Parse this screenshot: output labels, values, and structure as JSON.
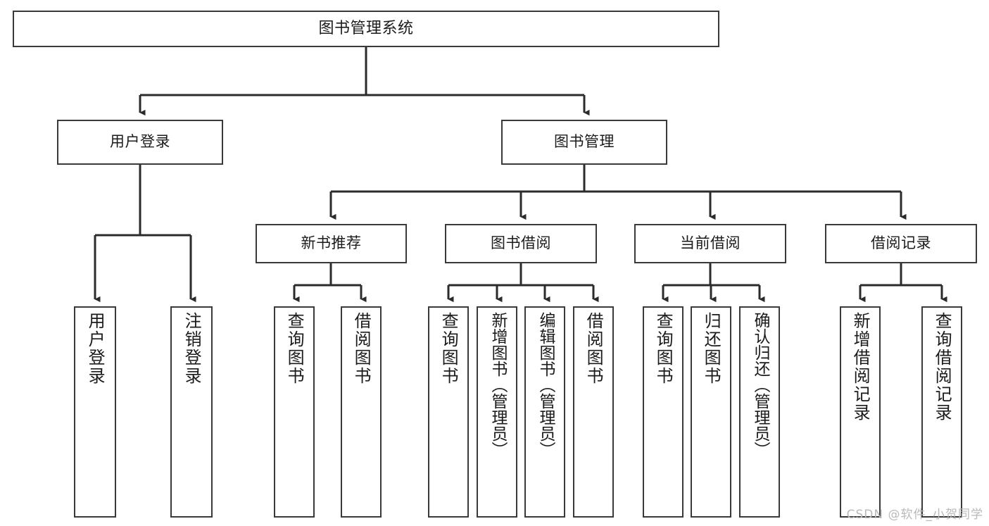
{
  "diagram": {
    "title": "图书管理系统",
    "type": "tree-hierarchy",
    "watermark": "CSDN @软件_小贺同学",
    "colors": {
      "border": "#3a3a3a",
      "background": "#ffffff",
      "text": "#1b1b1b",
      "edge": "#2b2b2b",
      "watermark": "#b9b9b9"
    },
    "nodes": {
      "root": {
        "label": "图书管理系统"
      },
      "level2": [
        {
          "label": "用户登录"
        },
        {
          "label": "图书管理"
        }
      ],
      "level3": [
        {
          "label": "新书推荐"
        },
        {
          "label": "图书借阅"
        },
        {
          "label": "当前借阅"
        },
        {
          "label": "借阅记录"
        }
      ],
      "leaves": {
        "user_login": [
          {
            "label": "用户登录"
          },
          {
            "label": "注销登录"
          }
        ],
        "new_book_recommend": [
          {
            "label": "查询图书"
          },
          {
            "label": "借阅图书"
          }
        ],
        "book_borrow": [
          {
            "label": "查询图书"
          },
          {
            "label": "新增图书（管理员）"
          },
          {
            "label": "编辑图书（管理员）"
          },
          {
            "label": "借阅图书"
          }
        ],
        "current_borrow": [
          {
            "label": "查询图书"
          },
          {
            "label": "归还图书"
          },
          {
            "label": "确认归还（管理员）"
          }
        ],
        "borrow_record": [
          {
            "label": "新增借阅记录"
          },
          {
            "label": "查询借阅记录"
          }
        ]
      }
    }
  }
}
